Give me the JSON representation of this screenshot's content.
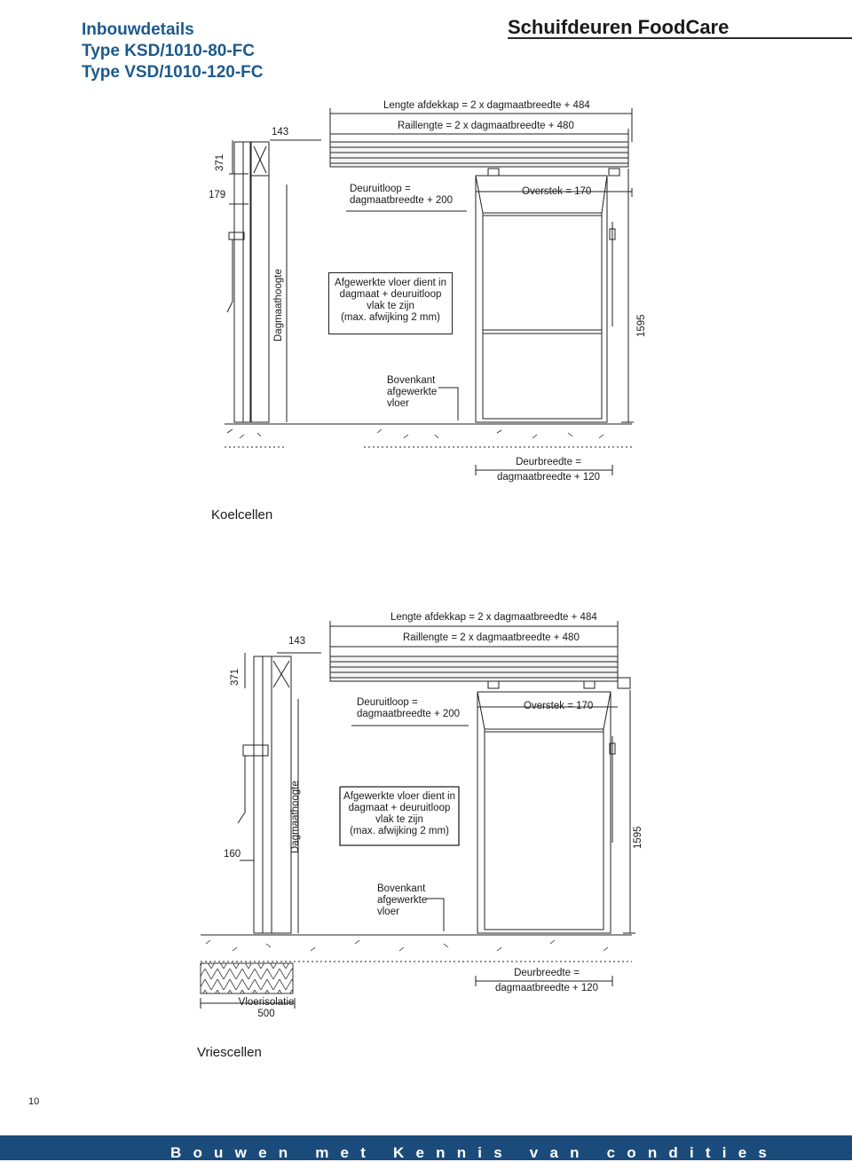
{
  "header": {
    "title_lines": [
      "Inbouwdetails",
      "Type KSD/1010-80-FC",
      "Type VSD/1010-120-FC"
    ],
    "brand": "Schuifdeuren FoodCare"
  },
  "diagram_koel": {
    "afdekkap": "Lengte afdekkap = 2 x dagmaatbreedte + 484",
    "raillengte": "Raillengte = 2 x dagmaatbreedte + 480",
    "dim_143": "143",
    "dim_371": "371",
    "dim_179": "179",
    "deuruitloop_1": "Deuruitloop =",
    "deuruitloop_2": "dagmaatbreedte + 200",
    "overstek": "Overstek = 170",
    "dagmaathoogte": "Dagmaathoogte",
    "note_1": "Afgewerkte vloer dient in",
    "note_2": "dagmaat + deuruitloop",
    "note_3": "vlak te zijn",
    "note_4": "(max. afwijking 2 mm)",
    "dim_1595": "1595",
    "bovenkant_1": "Bovenkant",
    "bovenkant_2": "afgewerkte",
    "bovenkant_3": "vloer",
    "deurbreedte_1": "Deurbreedte =",
    "deurbreedte_2": "dagmaatbreedte + 120",
    "section_label": "Koelcellen"
  },
  "diagram_vries": {
    "afdekkap": "Lengte afdekkap = 2 x dagmaatbreedte + 484",
    "raillengte": "Raillengte = 2 x dagmaatbreedte + 480",
    "dim_143": "143",
    "dim_371": "371",
    "dim_160": "160",
    "deuruitloop_1": "Deuruitloop =",
    "deuruitloop_2": "dagmaatbreedte + 200",
    "overstek": "Overstek = 170",
    "dagmaathoogte": "Dagmaathoogte",
    "note_1": "Afgewerkte vloer dient in",
    "note_2": "dagmaat + deuruitloop",
    "note_3": "vlak te zijn",
    "note_4": "(max. afwijking 2 mm)",
    "dim_1595": "1595",
    "bovenkant_1": "Bovenkant",
    "bovenkant_2": "afgewerkte",
    "bovenkant_3": "vloer",
    "deurbreedte_1": "Deurbreedte =",
    "deurbreedte_2": "dagmaatbreedte + 120",
    "vloerisolatie": "Vloerisolatie",
    "dim_500": "500",
    "section_label": "Vriescellen"
  },
  "page_number": "10",
  "footer": "Bouwen met Kennis van condities"
}
